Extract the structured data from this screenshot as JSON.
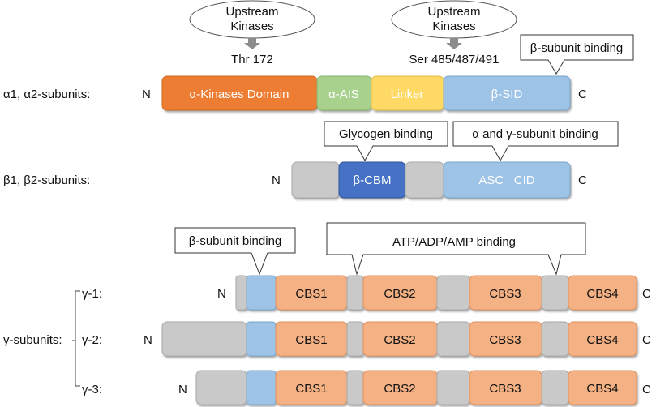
{
  "colors": {
    "kinase_domain": "#ED7D31",
    "ais": "#A9D18E",
    "linker": "#FFD966",
    "sid": "#9DC3E6",
    "cbm": "#4472C4",
    "grey": "#C9C9C9",
    "cbs": "#F4B183",
    "beta_bind": "#9DC3E6"
  },
  "alpha": {
    "row_label": "α1, α2-subunits:",
    "n": "N",
    "c": "C",
    "domains": [
      "α-Kinases Domain",
      "α-AIS",
      "Linker",
      "β-SID"
    ],
    "kinases_left": {
      "line1": "Upstream",
      "line2": "Kinases",
      "site": "Thr 172"
    },
    "kinases_right": {
      "line1": "Upstream",
      "line2": "Kinases",
      "site": "Ser 485/487/491"
    },
    "callout": "β-subunit binding"
  },
  "beta": {
    "row_label": "β1, β2-subunits:",
    "n": "N",
    "c": "C",
    "cbm": "β-CBM",
    "asc": "ASC   CID",
    "callout_glycogen": "Glycogen binding",
    "callout_subunit": "α and γ-subunit binding"
  },
  "gamma": {
    "group_label": "γ-subunits:",
    "callout_beta": "β-subunit binding",
    "callout_atp": "ATP/ADP/AMP  binding",
    "cbs": [
      "CBS1",
      "CBS2",
      "CBS3",
      "CBS4"
    ],
    "rows": [
      {
        "label": "γ-1:",
        "n": "N",
        "c": "C"
      },
      {
        "label": "γ-2:",
        "n": "N",
        "c": "C"
      },
      {
        "label": "γ-3:",
        "n": "N",
        "c": "C"
      }
    ]
  }
}
